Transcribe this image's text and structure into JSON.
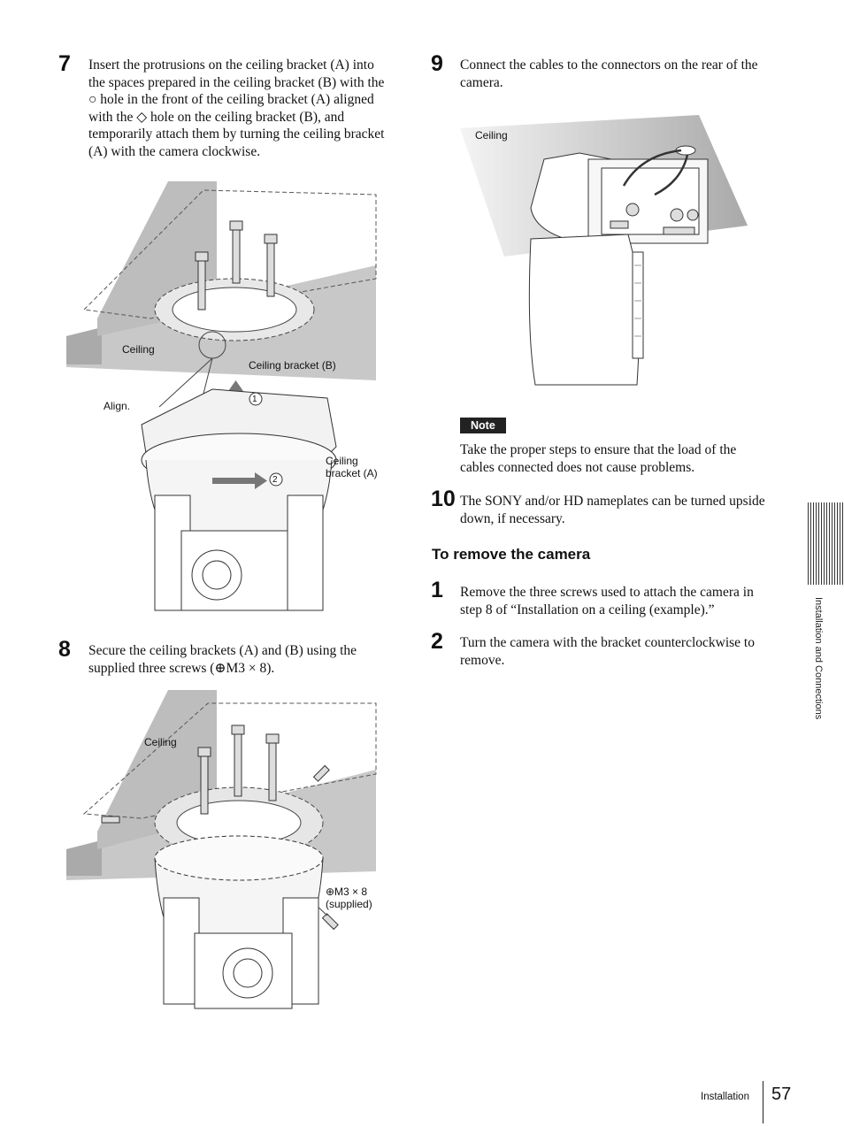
{
  "step7": {
    "num": "7",
    "text": "Insert the protrusions on the ceiling bracket (A) into the spaces prepared in the ceiling bracket (B) with the ○ hole in the front of the ceiling bracket (A) aligned with the ◇ hole on the ceiling bracket (B), and temporarily attach them by turning the ceiling bracket (A) with the camera clockwise."
  },
  "fig1": {
    "ceiling": "Ceiling",
    "bracket_b": "Ceiling bracket (B)",
    "align": "Align.",
    "bracket_a_line1": "Ceiling",
    "bracket_a_line2": "bracket (A)",
    "marker1": "1",
    "marker2": "2"
  },
  "step8": {
    "num": "8",
    "text": "Secure the ceiling brackets (A) and (B) using the supplied three screws (⊕M3 × 8)."
  },
  "fig2": {
    "ceiling": "Ceiling",
    "screw_line1": "⊕M3 × 8",
    "screw_line2": "(supplied)"
  },
  "step9": {
    "num": "9",
    "text": "Connect the cables to the connectors on the rear of the camera."
  },
  "fig3": {
    "ceiling": "Ceiling"
  },
  "note": {
    "label": "Note",
    "text": "Take the proper steps to ensure that the load of the cables connected does not cause problems."
  },
  "step10": {
    "num": "10",
    "text": "The SONY and/or HD nameplates can be turned upside down, if necessary."
  },
  "remove": {
    "heading": "To remove the camera",
    "step1_num": "1",
    "step1_text": "Remove the three screws used to attach the camera in step 8 of “Installation on a ceiling (example).”",
    "step2_num": "2",
    "step2_text": "Turn the camera with the bracket counterclockwise to remove."
  },
  "sidebar": {
    "section": "Installation and Connections"
  },
  "footer": {
    "section": "Installation",
    "page": "57"
  }
}
